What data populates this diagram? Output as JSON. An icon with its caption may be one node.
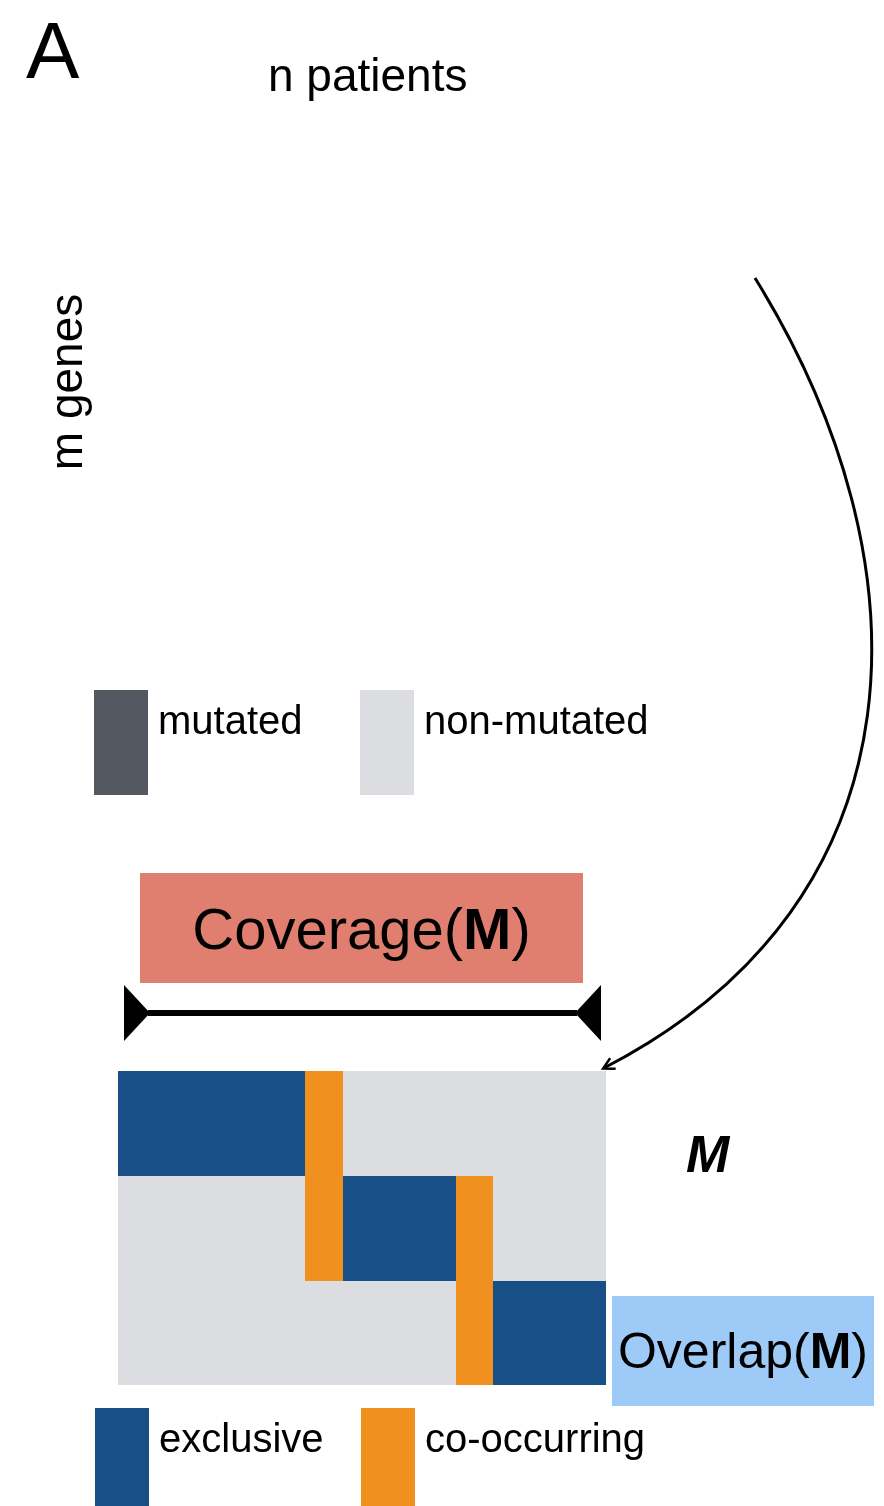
{
  "diagram": {
    "nodes": [
      {
        "text": [
          "Coverage(**M**)"
        ]
      },
      {
        "text": [],
        "shape": "picture",
        "beside": [
          "M"
        ]
      },
      {
        "text": [
          "Overlap(**M**)"
        ]
      }
    ],
    "edges": [
      {
        "from": null,
        "to": 1,
        "arrow": "to"
      }
    ],
    "labels": [
      "A",
      "n patients",
      "m genes"
    ],
    "legend": [
      {
        "text": "mutated",
        "color": "#545860"
      },
      {
        "text": "non-mutated",
        "color": "#dcdde0"
      },
      {
        "text": "exclusive",
        "color": "#174f86"
      },
      {
        "text": "co-occurring",
        "color": "#f0901e"
      }
    ]
  }
}
